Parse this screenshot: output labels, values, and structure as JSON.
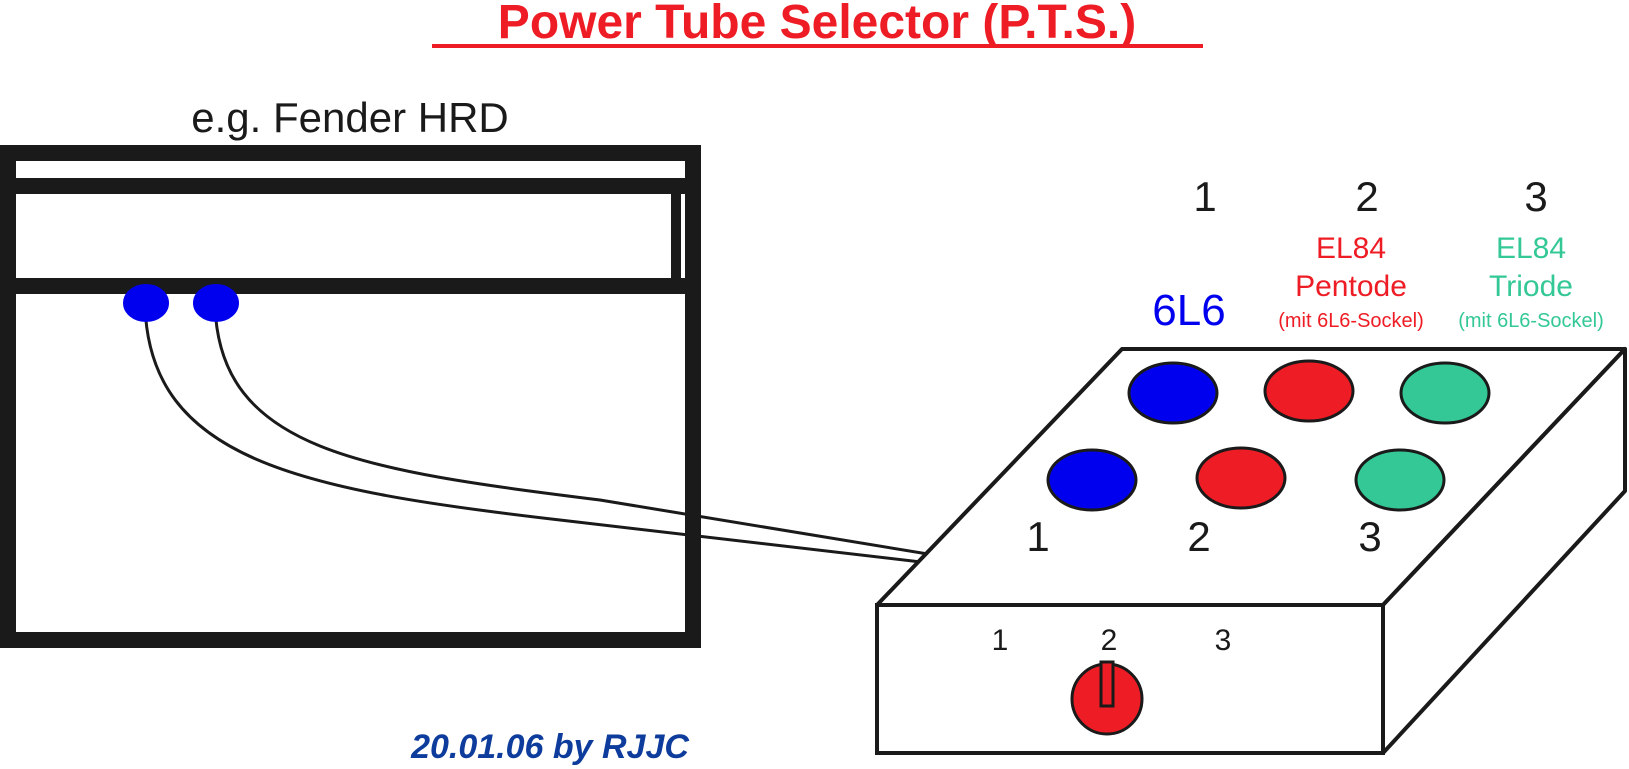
{
  "title": "Power Tube Selector (P.T.S.)",
  "amp_label": "e.g. Fender HRD",
  "credit": "20.01.06 by RJJC",
  "selector_box": {
    "top_numbers": [
      "1",
      "2",
      "3"
    ],
    "front_numbers": [
      "1",
      "2",
      "3"
    ],
    "switch_positions": [
      "1",
      "2",
      "3"
    ],
    "switch_selected": "2"
  },
  "tubes": [
    {
      "number": "1",
      "name": "6L6",
      "mode": "",
      "note": "",
      "color": "#0000ee"
    },
    {
      "number": "2",
      "name": "EL84",
      "mode": "Pentode",
      "note": "(mit 6L6-Sockel)",
      "color": "#ee1c24"
    },
    {
      "number": "3",
      "name": "EL84",
      "mode": "Triode",
      "note": "(mit 6L6-Sockel)",
      "color": "#33c895"
    }
  ],
  "colors": {
    "title": "#ee1c24",
    "credit": "#0d3c9c",
    "line": "#1a1a1a",
    "tube_1": "#0000ee",
    "tube_2": "#ee1c24",
    "tube_3": "#33c895",
    "knob": "#ee1c24"
  }
}
